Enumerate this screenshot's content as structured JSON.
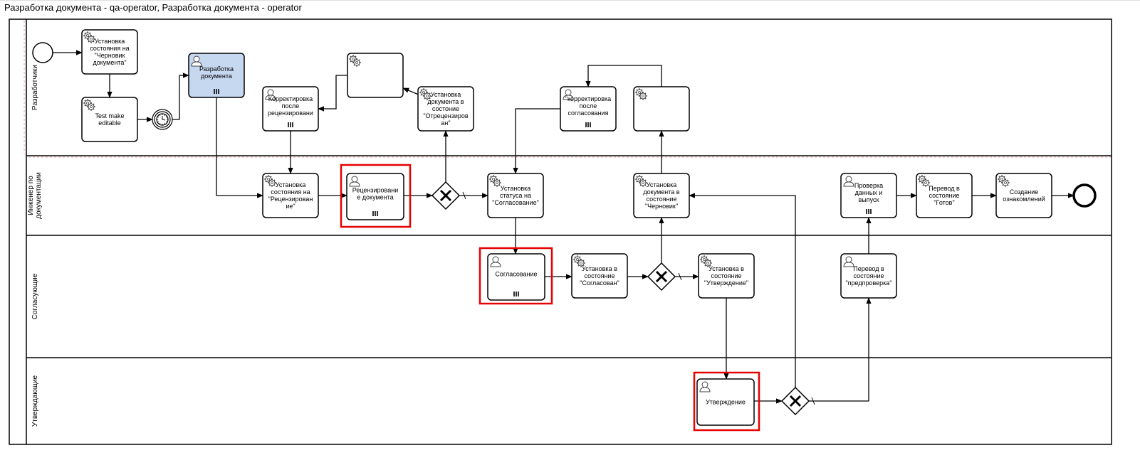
{
  "header": {
    "title": "Разработка документа - qa-operator, Разработка документа - operator"
  },
  "colors": {
    "stroke": "#000000",
    "task_fill": "#ffffff",
    "task_active_fill": "#c6d8f0",
    "highlight": "#e60000",
    "lane_divider": "#f0a0a0"
  },
  "lanes": [
    {
      "label": "Разработчики"
    },
    {
      "label": [
        "Инженер по",
        "документации"
      ]
    },
    {
      "label": "Согласующие"
    },
    {
      "label": "Утверждающие"
    }
  ],
  "tasks": [
    {
      "id": "t1",
      "kind": "service",
      "lines": [
        "Установка",
        "состояния на",
        "\"Черновик",
        "документа\""
      ]
    },
    {
      "id": "t2",
      "kind": "service",
      "lines": [
        "Test make",
        "editable"
      ]
    },
    {
      "id": "t3",
      "kind": "user",
      "lines": [
        "Разработка",
        "документа"
      ],
      "multi": true,
      "active": true
    },
    {
      "id": "t4",
      "kind": "user",
      "lines": [
        "Корректировка",
        "после",
        "рецензировани"
      ],
      "multi": true
    },
    {
      "id": "t5",
      "kind": "service",
      "lines": []
    },
    {
      "id": "t6",
      "kind": "service",
      "lines": [
        "Установка",
        "документа в",
        "состоние",
        "\"Отрецензиров",
        "ан\""
      ]
    },
    {
      "id": "t7",
      "kind": "user",
      "lines": [
        "\"корректировка",
        "после",
        "согласования"
      ],
      "multi": true
    },
    {
      "id": "t8",
      "kind": "service",
      "lines": []
    },
    {
      "id": "t9",
      "kind": "service",
      "lines": [
        "Установка",
        "состояния на",
        "\"Рецензирован",
        "ие\""
      ]
    },
    {
      "id": "t10",
      "kind": "user",
      "lines": [
        "Рецензировани",
        "е документа"
      ],
      "multi": true,
      "highlighted": true
    },
    {
      "id": "t11",
      "kind": "service",
      "lines": [
        "Установка",
        "статуса на",
        "\"Согласование\""
      ]
    },
    {
      "id": "t12",
      "kind": "service",
      "lines": [
        "Установка",
        "документа в",
        "состояние",
        "\"Черновик\""
      ]
    },
    {
      "id": "t13",
      "kind": "user",
      "lines": [
        "Проверка",
        "данных и",
        "выпуск"
      ],
      "multi": true
    },
    {
      "id": "t14",
      "kind": "service",
      "lines": [
        "Перевод в",
        "состояние",
        "\"Готов\""
      ]
    },
    {
      "id": "t15",
      "kind": "service",
      "lines": [
        "Создание",
        "ознакомлений"
      ]
    },
    {
      "id": "t16",
      "kind": "user",
      "lines": [
        "Согласование"
      ],
      "multi": true,
      "highlighted": true
    },
    {
      "id": "t17",
      "kind": "service",
      "lines": [
        "Установка в",
        "состояние",
        "\"Согласован\""
      ]
    },
    {
      "id": "t18",
      "kind": "service",
      "lines": [
        "Установка в",
        "состояние",
        "\"Утверждение\""
      ]
    },
    {
      "id": "t19",
      "kind": "user",
      "lines": [
        "Перевод в",
        "состояние",
        "\"предпроверка\""
      ]
    },
    {
      "id": "t20",
      "kind": "user",
      "lines": [
        "Утверждение"
      ],
      "highlighted": true
    }
  ],
  "gateways": [
    {
      "id": "g1"
    },
    {
      "id": "g2"
    },
    {
      "id": "g3"
    }
  ],
  "events": [
    {
      "id": "start",
      "type": "start"
    },
    {
      "id": "timer",
      "type": "timer"
    },
    {
      "id": "end",
      "type": "end"
    }
  ]
}
